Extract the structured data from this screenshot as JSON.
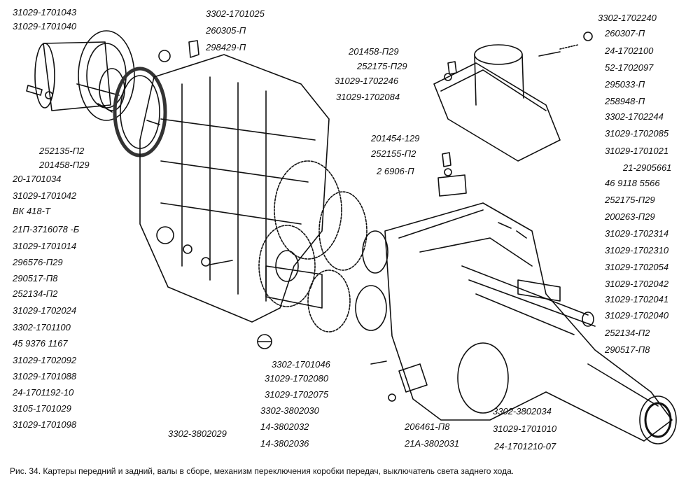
{
  "labels_left": [
    "31029-1701043",
    "31029-1701040",
    "252135-П2",
    "201458-П29",
    "20-1701034",
    "31029-1701042",
    "ВК 418-Т",
    "21П-3716078 -Б",
    "31029-1701014",
    "296576-П29",
    "290517-П8",
    "252134-П2",
    "31029-1702024",
    "3302-1701100",
    "45 9376 1167",
    "31029-1702092",
    "31029-1701088",
    "24-1701192-10",
    "3105-1701029",
    "31029-1701098",
    "3302-3802029"
  ],
  "labels_top": [
    "3302-1701025",
    "260305-П",
    "298429-П",
    "201458-П29",
    "252175-П29",
    "31029-1702246",
    "31029-1702084",
    "201454-129",
    "252155-П2",
    "2 6906-П"
  ],
  "labels_right": [
    "3302-1702240",
    "260307-П",
    "24-1702100",
    "52-1702097",
    "295033-П",
    "258948-П",
    "3302-1702244",
    "31029-1702085",
    "31029-1701021",
    "21-2905661",
    "46 9118 5566",
    "252175-П29",
    "200263-П29",
    "31029-1702314",
    "31029-1702310",
    "31029-1702054",
    "31029-1702042",
    "31029-1702041",
    "31029-1702040",
    "252134-П2",
    "290517-П8"
  ],
  "labels_bottom": [
    "3302-1701046",
    "31029-1702080",
    "31029-1702075",
    "3302-3802030",
    "14-3802032",
    "14-3802036",
    "206461-П8",
    "21А-3802031",
    "3302-3802034",
    "31029-1701010",
    "24-1701210-07"
  ],
  "caption": "Рис. 34. Картеры передний и задний, валы в сборе, механизм переключения коробки передач, выключатель света заднего хода."
}
